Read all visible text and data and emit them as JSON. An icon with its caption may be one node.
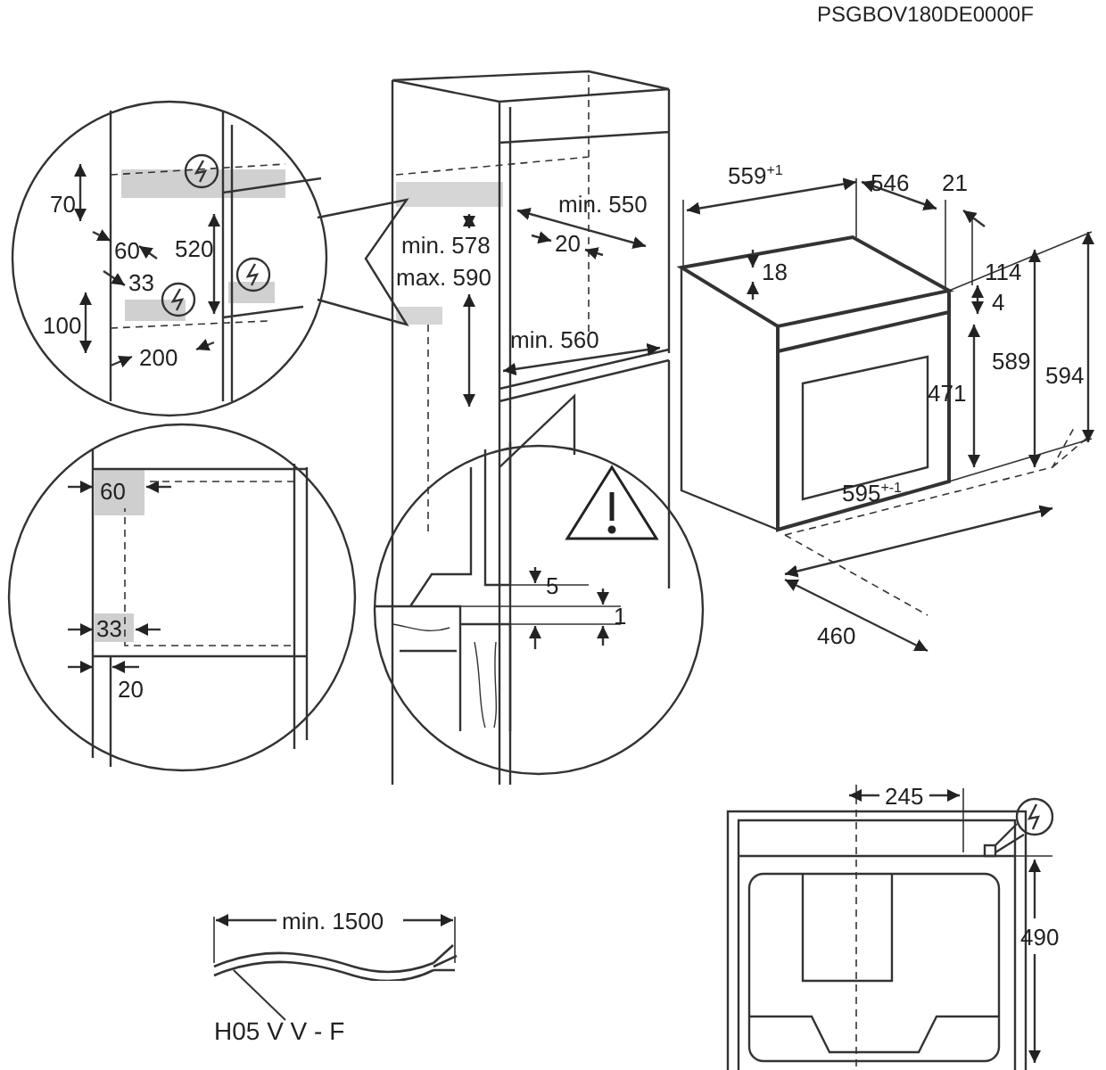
{
  "diagram": {
    "nodes": [
      {
        "text": [
          "H05 V V - F"
        ]
      },
      {
        "text": [],
        "shape": "picture"
      }
    ],
    "edges": [
      {
        "from": 0,
        "to": 1,
        "arrow": "none"
      }
    ],
    "labels": [
      "PSGBOV180DE0000F",
      "70",
      "60",
      "520",
      "33",
      "100",
      "200",
      "min. 578",
      "max. 590",
      "min. 550",
      "20",
      "min. 560",
      "559$^{+1}$",
      "546",
      "21",
      "18",
      "114",
      "4",
      "589",
      "594",
      "471",
      "595$^{+-1}$",
      "460",
      "60",
      "33",
      "20",
      "5",
      "1",
      "min. 1500",
      "245",
      "490"
    ]
  }
}
